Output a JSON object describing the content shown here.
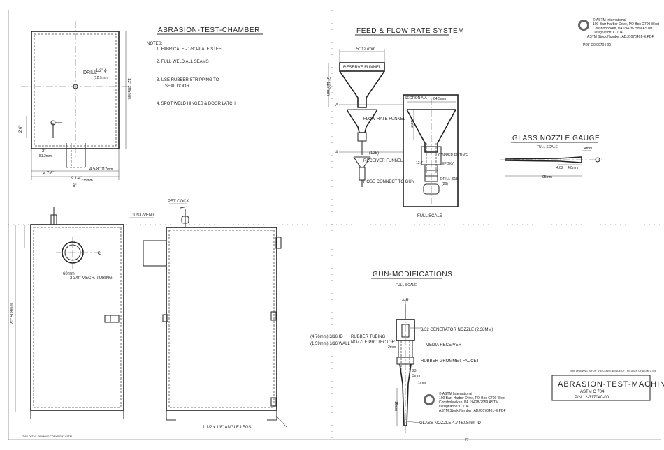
{
  "chamber": {
    "title": "ABRASION-TEST-CHAMBER",
    "notes_heading": "NOTES:",
    "notes": [
      "1. FABRICATE - 1/8\" PLATE STEEL",
      "2. FULL WELD ALL SEAMS",
      "3. USE RUBBER STRIPPING TO",
      "SEAL DOOR",
      "4. SPOT WELD HINGES & DOOR LATCH"
    ],
    "drill_label": "DRILL",
    "drill_size": "1/2\" ϕ",
    "drill_mm": "(12.7mm)",
    "dim_height": "12\" 305mm",
    "dim_26": "2 6\"",
    "dim_2e": "2\"",
    "dim_2e_mm": "51.2mm",
    "dim_4_7_8": "4 7/8\"",
    "dim_4_5_8": "4 5/8\"",
    "dim_4_5_8_mm": "117mm",
    "dim_9": "9 1/4\"",
    "dim_9_mm": "235mm",
    "dim_6": "6\""
  },
  "feed": {
    "title": "FEED & FLOW RATE SYSTEM",
    "dim_top": "5\" 127mm",
    "dim_5": "5\" 127mm",
    "reserve_funnel": "RESERVE FUNNEL",
    "flow_rate_funnel": "FLOW RATE FUNNEL",
    "receiver_funnel": "RECEIVER FUNNEL",
    "hose_connect": "HOSE CONNECT TO GUN",
    "marker_a": "A",
    "dim_125": "(125)",
    "section": "SECTION A-A",
    "dim_64": "64.5mm",
    "dim_51": "51mm",
    "copper_fitting": "COPPER FITTING",
    "epoxy": "EPOXY",
    "drill_018": "DRILL .018",
    "dim_126": "(26)",
    "dim_127": "12.7",
    "full_scale": "FULL SCALE"
  },
  "astm_top": {
    "lines": [
      "© ASTM International",
      "100 Barr Harbor Drive, PO Box C700 West",
      "Conshohocken, PA 19428-2959 ASTM",
      "Designation: C 704",
      "ASTM Stock Number: ADJC070401-E.PDF"
    ],
    "code": "PDF C0 00704 00"
  },
  "gauge": {
    "title": "GLASS NOZZLE GAUGE",
    "subtitle": "FULL SCALE",
    "dim_4": "4mm",
    "dim_482": "4.82",
    "dim_48": "4.8mm",
    "dim_95": "95mm"
  },
  "bottom": {
    "pet_cock": "PET COCK",
    "dust_vent": "DUST-VENT",
    "tubing_mm": "60mm",
    "tubing": "2 3/8\" MECH. TUBING",
    "dim_20": "20\" 508mm",
    "angle_legs": "1 1/2 x 1/8\" ANGLE LEGS",
    "dim_ql": "℄"
  },
  "gun": {
    "title": "GUN-MODIFICATIONS",
    "subtitle": "FULL-SCALE",
    "air": "AIR",
    "generator_nozzle": "3/32 GENERATOR NOZZLE (2.38MM)",
    "media_receiver": "MEDIA RECEIVER",
    "rubber_grommet": "RUBBER GROMMET FAUCET",
    "rubber_tubing": "RUBBER TUBING",
    "nozzle_protector": "NOZZLE PROTECTOR",
    "tubing_id": "(4.76mm) 3/16 ID",
    "tubing_wall": "(1.59mm) 1/16 WALL",
    "glass_nozzle": "GLASS NOZZLE 4.74±0.8mm ID",
    "dim_2": "2mm",
    "dim_22": "23",
    "dim_3": "3mm",
    "dim_1": "1mm",
    "dim_15": "15mm"
  },
  "astm_mid": {
    "lines": [
      "© ASTM International",
      "100 Barr Harbor Drive, PO Box C700 West",
      "Conshohocken, PA 19428-2959 ASTM",
      "Designation: C 704",
      "ASTM Stock Number: ADJC070401-E.PDF"
    ]
  },
  "title_block": {
    "note": "THIS DRAWING IS FOR THE CONVENIENCE OF THE USER OF ASTM C704",
    "title": "ABRASION-TEST-MACHINE",
    "astm": "ASTM C 704",
    "pn": "P/N 12-317040-00"
  },
  "footer": {
    "left": "THIS DETAIL DRAWING COPYRIGHT ASTM",
    "mid": "77"
  }
}
